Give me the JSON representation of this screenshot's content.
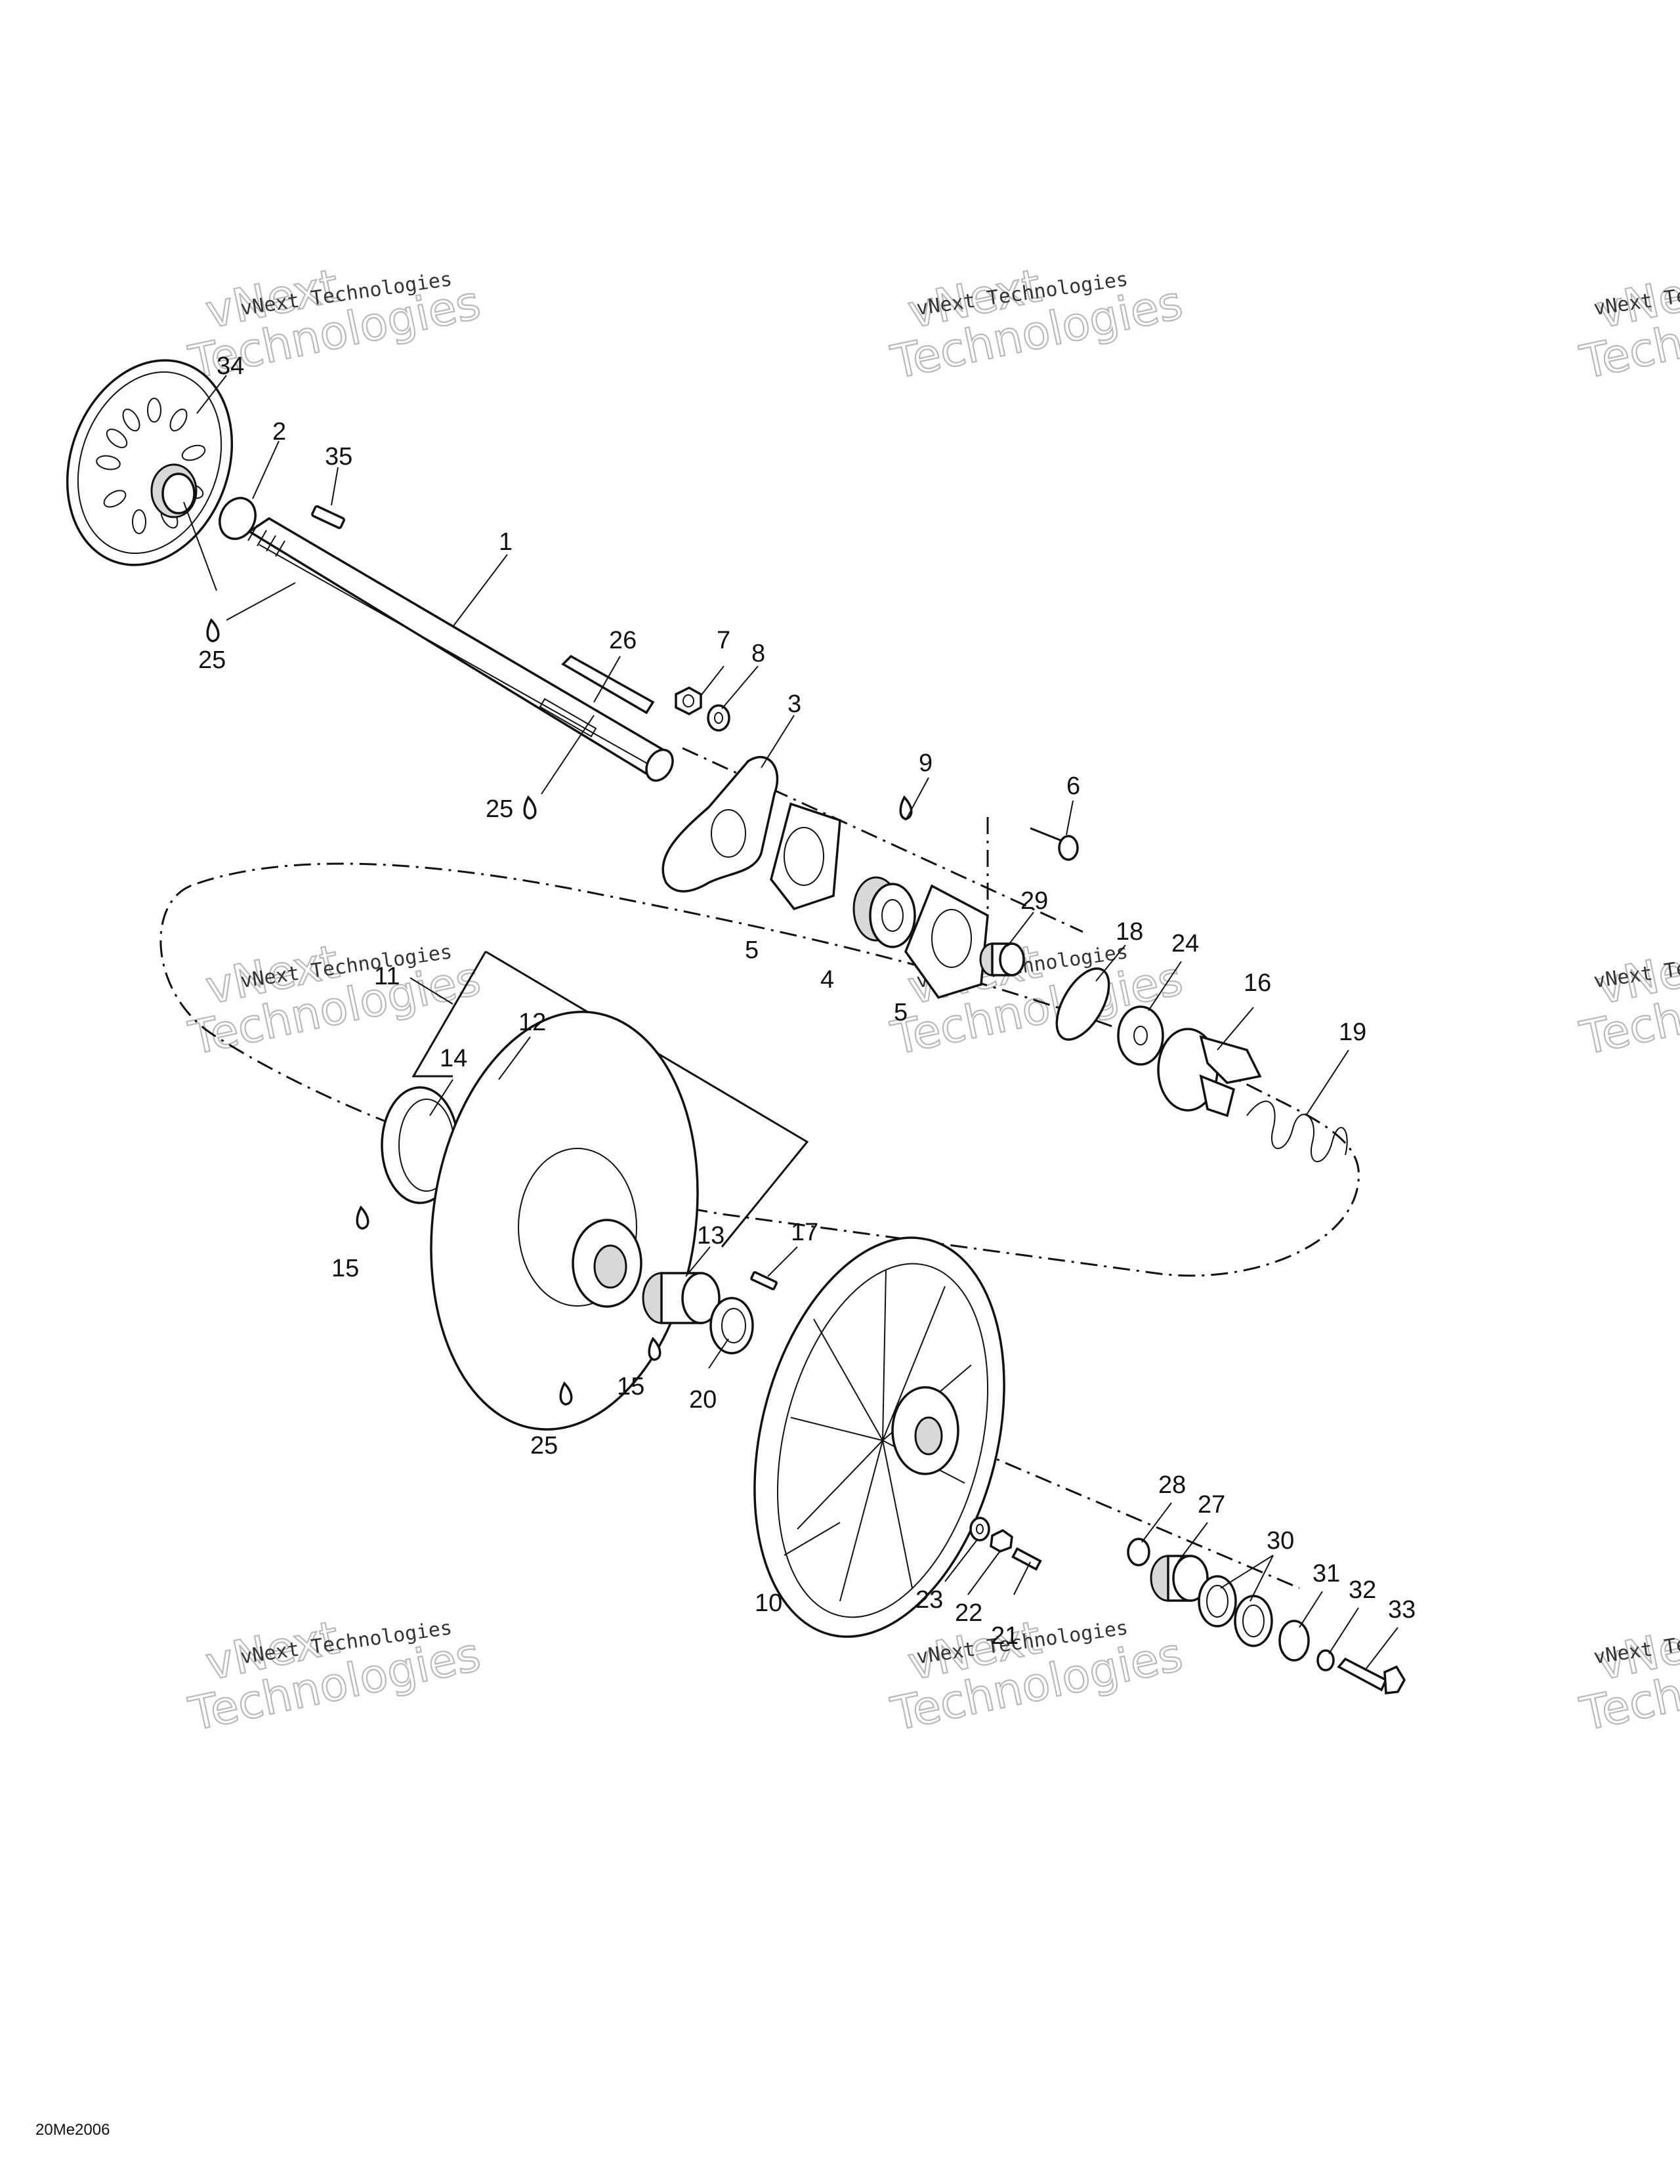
{
  "callouts": [
    "34",
    "2",
    "35",
    "1",
    "25",
    "26",
    "7",
    "8",
    "3",
    "25",
    "9",
    "6",
    "5",
    "4",
    "5",
    "29",
    "18",
    "24",
    "16",
    "19",
    "11",
    "12",
    "14",
    "15",
    "13",
    "17",
    "15",
    "20",
    "25",
    "10",
    "28",
    "27",
    "30",
    "31",
    "32",
    "33",
    "23",
    "22",
    "21"
  ],
  "watermark": {
    "line1": "vNext",
    "line2": "Technologies",
    "small": "vNext Technologies"
  },
  "reference_code": "20Me2006",
  "colors": {
    "ink": "#111111",
    "watermark": "#b9b9b9",
    "paper": "#ffffff"
  }
}
